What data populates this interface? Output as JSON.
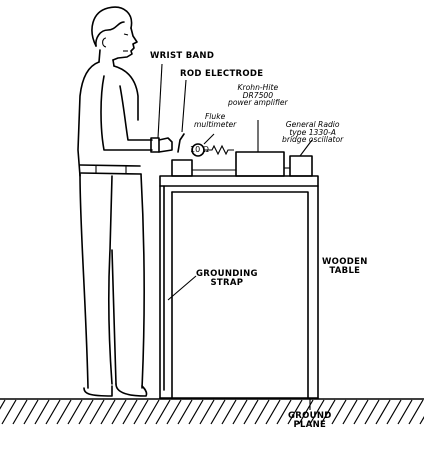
{
  "labels": {
    "wrist_band": "WRIST BAND",
    "rod_electrode": "ROD ELECTRODE",
    "fluke": [
      "Fluke",
      "multimeter"
    ],
    "multimeter_reading": "10 Ω",
    "krohn": [
      "Krohn-Hite",
      "DR7500",
      "power amplifier"
    ],
    "general_radio": [
      "General Radio",
      "type 1330-A",
      "bridge oscillator"
    ],
    "grounding_strap": [
      "GROUNDING",
      "STRAP"
    ],
    "wooden_table": [
      "WOODEN",
      "TABLE"
    ],
    "ground_plane": [
      "GROUND",
      "PLANE"
    ]
  }
}
